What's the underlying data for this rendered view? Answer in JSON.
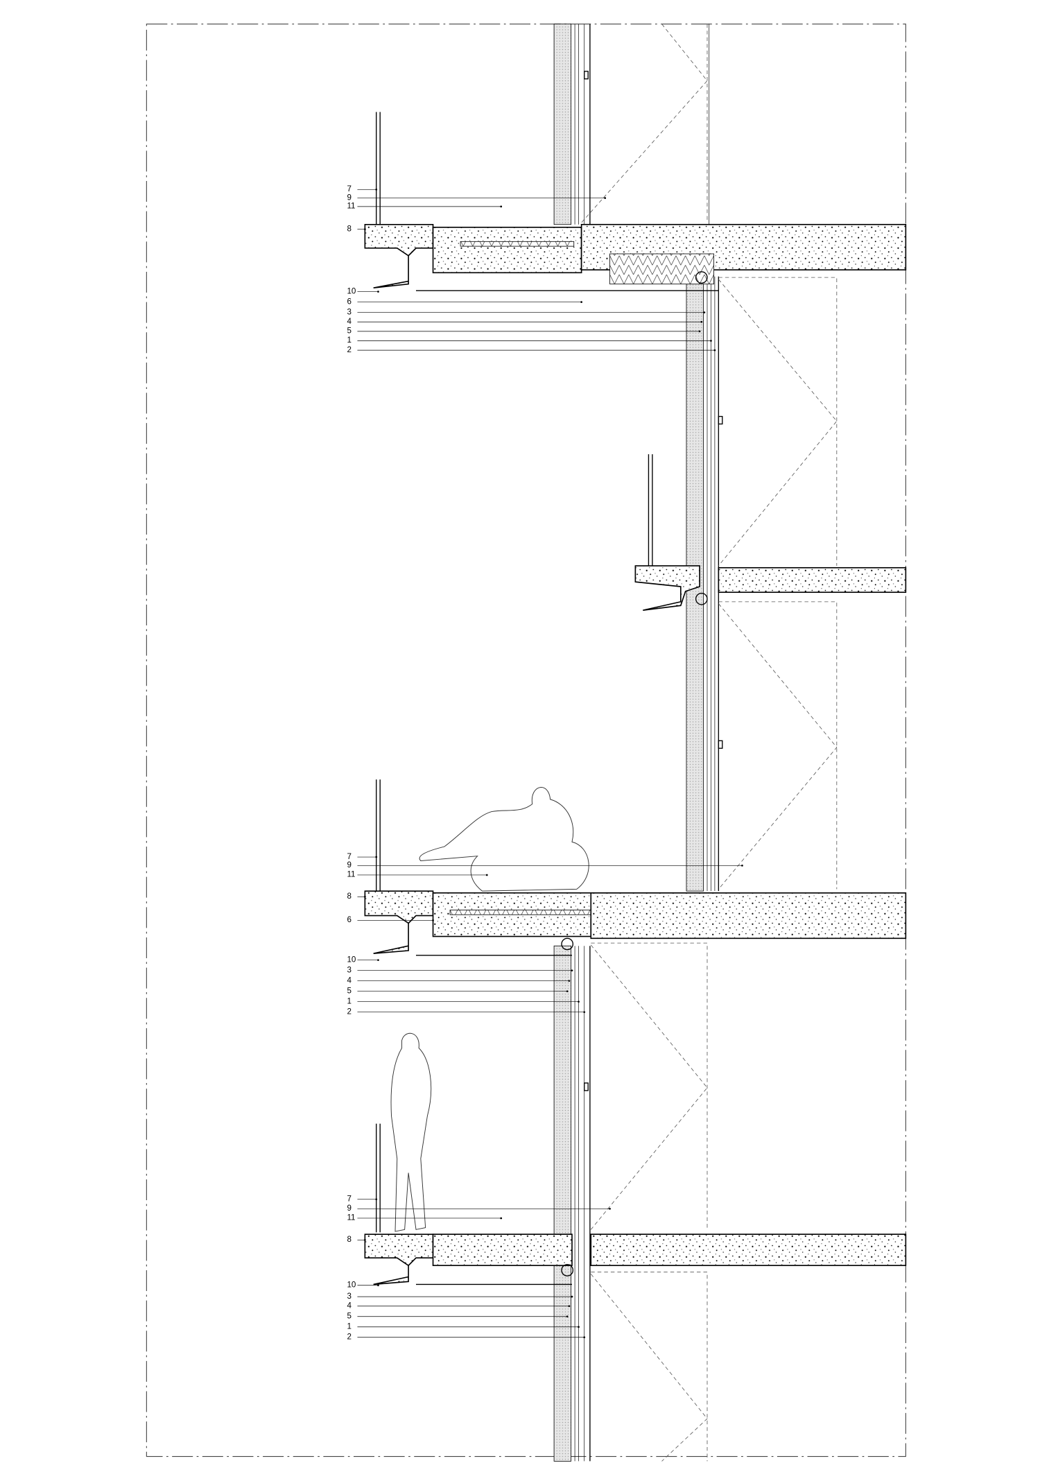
{
  "drawing": {
    "type": "facade wall section",
    "line_color": "#000000",
    "background": "#ffffff",
    "callout_groups": [
      {
        "level": "upper",
        "labels": [
          "7",
          "9",
          "11",
          "8",
          "10",
          "6",
          "3",
          "4",
          "5",
          "1",
          "2"
        ]
      },
      {
        "level": "middle",
        "labels": [
          "7",
          "9",
          "11",
          "8",
          "6",
          "10",
          "3",
          "4",
          "5",
          "1",
          "2"
        ]
      },
      {
        "level": "lower",
        "labels": [
          "7",
          "9",
          "11",
          "8",
          "10",
          "3",
          "4",
          "5",
          "1",
          "2"
        ]
      }
    ]
  }
}
